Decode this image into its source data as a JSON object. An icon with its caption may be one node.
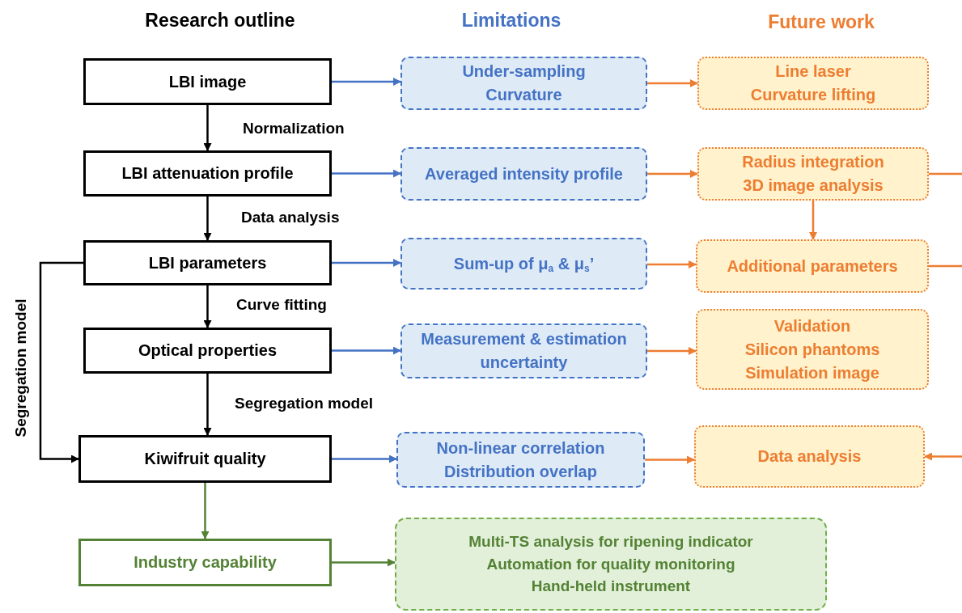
{
  "diagram": {
    "nodes": [
      {
        "text": [
          "LBI image"
        ]
      },
      {
        "text": [
          "Under-sampling",
          "Curvature"
        ]
      },
      {
        "text": [
          "Line laser",
          "Curvature lifting"
        ]
      },
      {
        "text": [
          "LBI attenuation profile"
        ]
      },
      {
        "text": [
          "Averaged intensity profile"
        ]
      },
      {
        "text": [
          "Radius integration",
          "3D image analysis"
        ]
      },
      {
        "text": [
          "LBI parameters"
        ]
      },
      {
        "text": [
          "Sum-up of μ$_{a}$ & μ$_{s}$’"
        ]
      },
      {
        "text": [
          "Additional parameters"
        ]
      },
      {
        "text": [
          "Optical properties"
        ]
      },
      {
        "text": [
          "Measurement & estimation uncertainty"
        ]
      },
      {
        "text": [
          "Validation",
          "Silicon phantoms",
          "Simulation image"
        ]
      },
      {
        "text": [
          "Kiwifruit quality"
        ]
      },
      {
        "text": [
          "Non-linear correlation",
          "Distribution overlap"
        ]
      },
      {
        "text": [
          "Data analysis"
        ]
      },
      {
        "text": [
          "Industry capability"
        ]
      },
      {
        "text": [
          "Multi-TS analysis for ripening indicator",
          "Automation for quality monitoring",
          "Hand-held instrument"
        ]
      }
    ],
    "edges": [
      {
        "from": 0,
        "to": 1,
        "arrow": "to",
        "color": "#4472c4"
      },
      {
        "from": 1,
        "to": 2,
        "arrow": "to",
        "color": "#ed7d31"
      },
      {
        "from": 0,
        "to": 3,
        "arrow": "to",
        "color": "#000000",
        "label": "Normalization"
      },
      {
        "from": 3,
        "to": 4,
        "arrow": "to",
        "color": "#4472c4"
      },
      {
        "from": 4,
        "to": 5,
        "arrow": "to",
        "color": "#ed7d31"
      },
      {
        "from": 5,
        "to": null,
        "arrow": "none",
        "color": "#ed7d31"
      },
      {
        "from": 5,
        "to": 8,
        "arrow": "to",
        "color": "#ed7d31"
      },
      {
        "from": 3,
        "to": 6,
        "arrow": "to",
        "color": "#000000",
        "label": "Data analysis"
      },
      {
        "from": 6,
        "to": 7,
        "arrow": "to",
        "color": "#4472c4"
      },
      {
        "from": 7,
        "to": 8,
        "arrow": "to",
        "color": "#ed7d31"
      },
      {
        "from": 8,
        "to": null,
        "arrow": "none",
        "color": "#ed7d31"
      },
      {
        "from": 6,
        "to": 9,
        "arrow": "to",
        "color": "#000000",
        "label": "Curve fitting"
      },
      {
        "from": 6,
        "to": 12,
        "arrow": "to",
        "color": "#000000",
        "label": "Segregation model"
      },
      {
        "from": 9,
        "to": 10,
        "arrow": "to",
        "color": "#4472c4"
      },
      {
        "from": 10,
        "to": 11,
        "arrow": "to",
        "color": "#ed7d31"
      },
      {
        "from": 9,
        "to": 12,
        "arrow": "to",
        "color": "#000000",
        "label": "Segregation model"
      },
      {
        "from": 12,
        "to": 13,
        "arrow": "to",
        "color": "#4472c4"
      },
      {
        "from": 13,
        "to": 14,
        "arrow": "to",
        "color": "#ed7d31"
      },
      {
        "from": null,
        "to": 14,
        "arrow": "to",
        "color": "#ed7d31"
      },
      {
        "from": 12,
        "to": 15,
        "arrow": "to",
        "color": "#548235"
      },
      {
        "from": 15,
        "to": 16,
        "arrow": "to",
        "color": "#548235"
      }
    ],
    "labels": [
      "Research outline",
      "Limitations",
      "Future work"
    ]
  }
}
